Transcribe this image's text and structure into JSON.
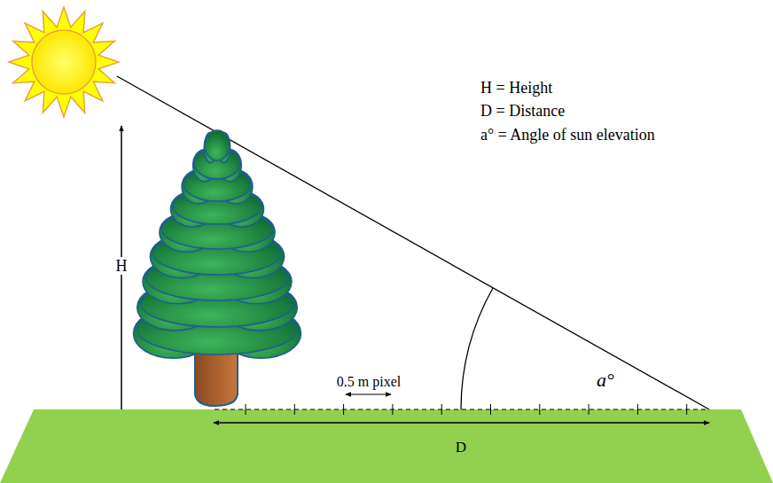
{
  "diagram": {
    "labels": [
      "H = Height",
      "D = Distance",
      "a° = Angle of sun elevation",
      "H",
      "0.5 m pixel",
      "a°",
      "D"
    ]
  }
}
